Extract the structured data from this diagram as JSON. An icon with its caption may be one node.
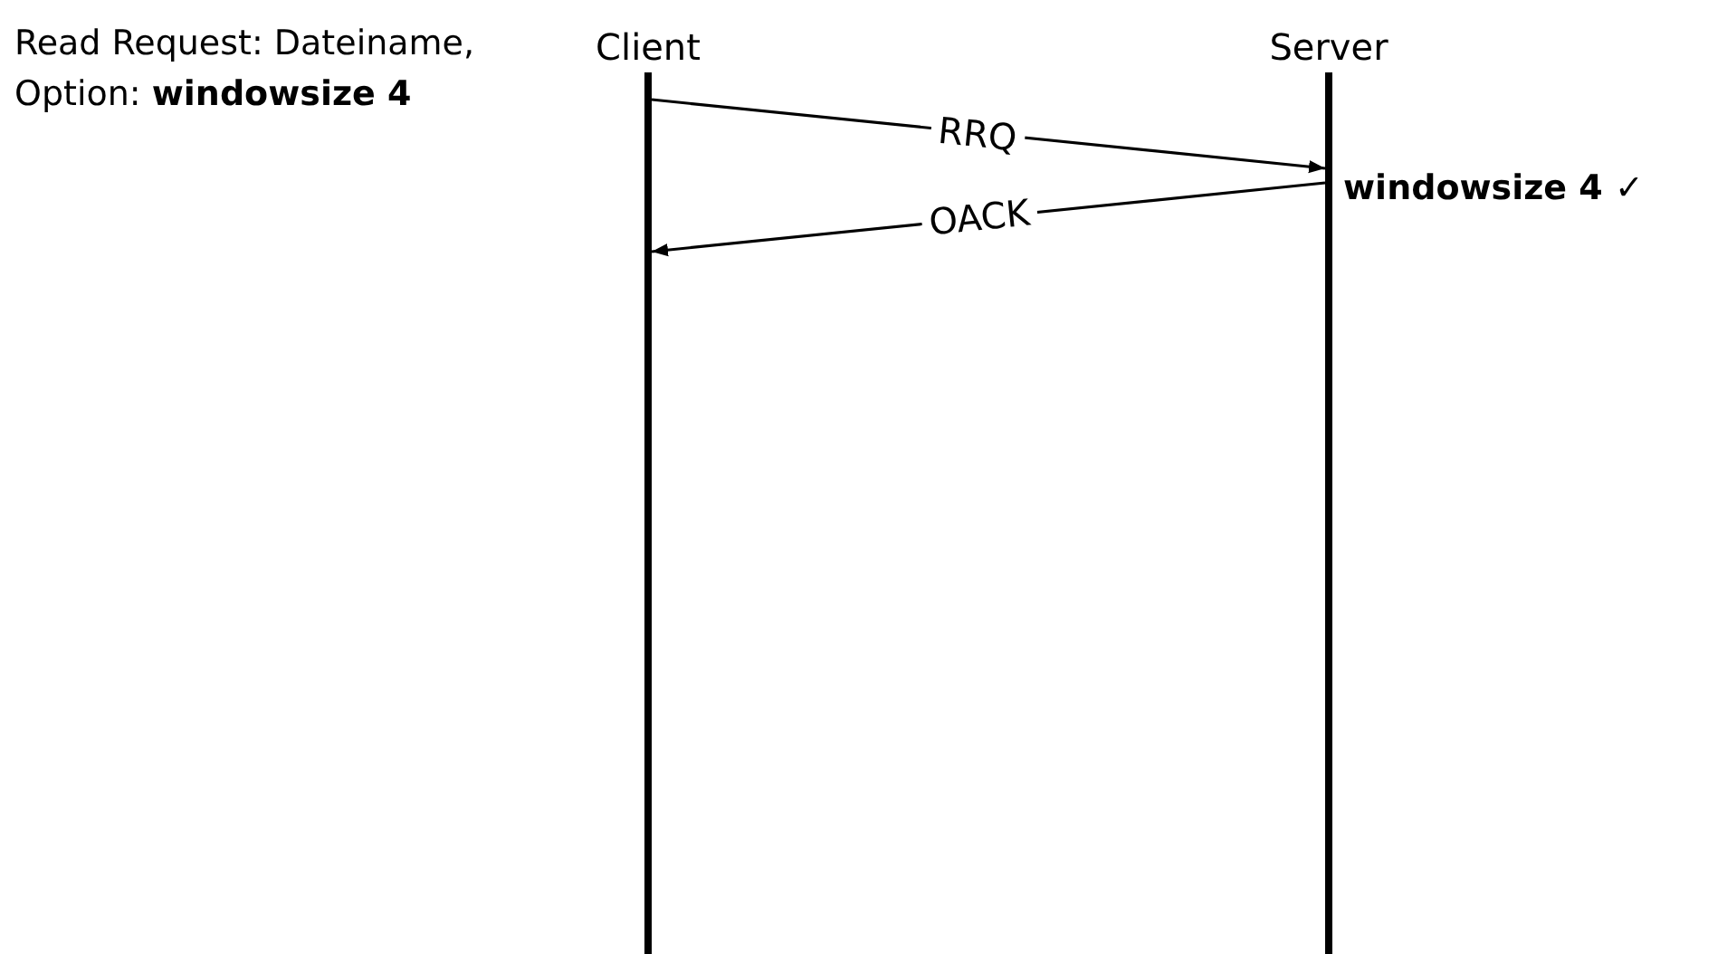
{
  "diagram": {
    "nodes": [
      {
        "text": [
          "Client"
        ]
      },
      {
        "text": [
          "Server"
        ]
      }
    ],
    "edges": [
      {
        "from": 0,
        "to": 1,
        "arrow": "to",
        "label": "RRQ"
      },
      {
        "from": 1,
        "to": 0,
        "arrow": "to",
        "label": "OACK"
      }
    ],
    "labels": [
      "Read Request: Dateiname, Option: **windowsize 4**",
      "windowsize 4 ✓"
    ]
  }
}
